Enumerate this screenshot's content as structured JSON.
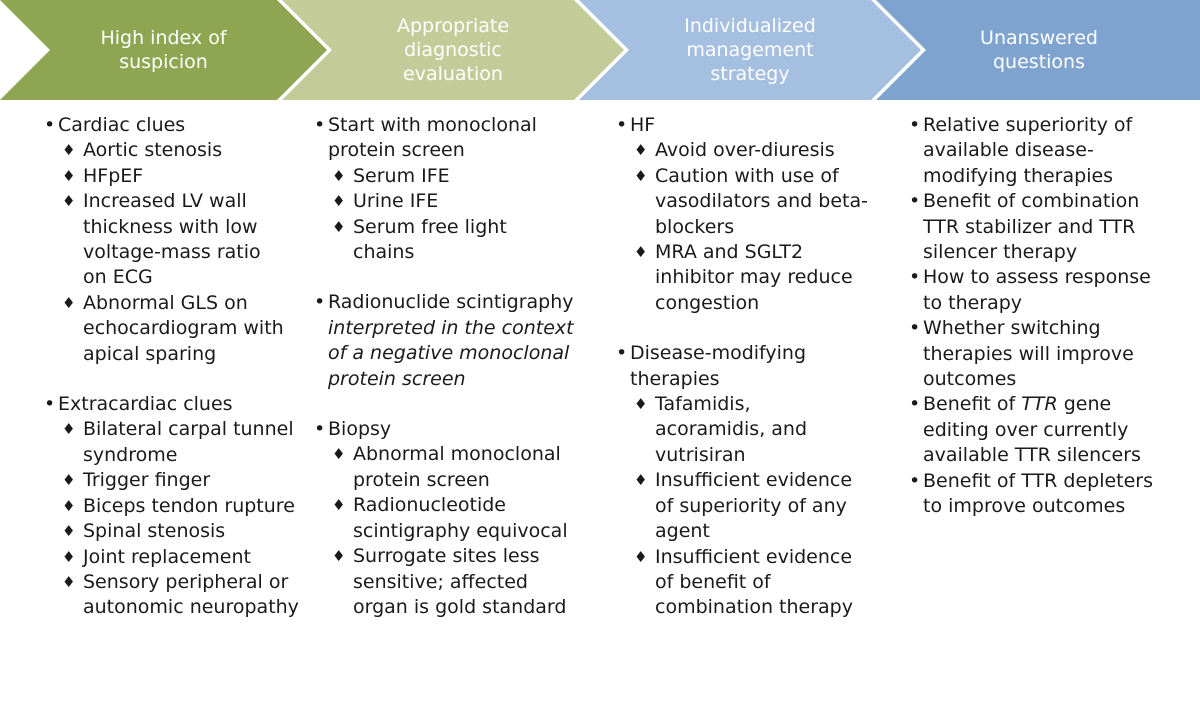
{
  "colors": {
    "stage1": "#8ea651",
    "stage2": "#c3cc98",
    "stage3": "#a4bfe0",
    "stage4": "#7fa3cf",
    "text": "#1a1a1a"
  },
  "stages": [
    {
      "title": "High index of\nsuspicion"
    },
    {
      "title": "Appropriate\ndiagnostic\nevaluation"
    },
    {
      "title": "Individualized\nmanagement\nstrategy"
    },
    {
      "title": "Unanswered\nquestions"
    }
  ],
  "columns": [
    {
      "sections": [
        {
          "label": "Cardiac clues",
          "items": [
            "Aortic stenosis",
            "HFpEF",
            "Increased LV wall thickness with low voltage-mass ratio on ECG",
            "Abnormal GLS on echocardiogram with apical sparing"
          ]
        },
        {
          "label": "Extracardiac clues",
          "items": [
            "Bilateral carpal tunnel syndrome",
            "Trigger finger",
            "Biceps tendon rupture",
            "Spinal stenosis",
            "Joint replacement",
            "Sensory peripheral or autonomic neuropathy"
          ]
        }
      ]
    },
    {
      "sections": [
        {
          "label": "Start with monoclonal protein screen",
          "items": [
            "Serum IFE",
            "Urine IFE",
            "Serum free light chains"
          ]
        },
        {
          "label": "Radionuclide scintigraphy",
          "italic_note": "interpreted in the context of a negative monoclonal protein screen",
          "items": []
        },
        {
          "label": "Biopsy",
          "items": [
            "Abnormal monoclonal protein screen",
            "Radionucleotide scintigraphy equivocal",
            "Surrogate sites less sensitive; affected organ is gold standard"
          ]
        }
      ]
    },
    {
      "sections": [
        {
          "label": "HF",
          "items": [
            "Avoid over-diuresis",
            "Caution with use of vasodilators and beta-blockers",
            "MRA and SGLT2 inhibitor may reduce congestion"
          ]
        },
        {
          "label": "Disease-modifying therapies",
          "items": [
            "Tafamidis, acoramidis, and vutrisiran",
            "Insufficient evidence of superiority of any agent",
            "Insufficient evidence of benefit of combination therapy"
          ]
        }
      ]
    },
    {
      "questions": [
        {
          "pre": "Relative superiority of available disease-modifying therapies",
          "em": "",
          "post": ""
        },
        {
          "pre": "Benefit of combination TTR stabilizer and TTR silencer therapy",
          "em": "",
          "post": ""
        },
        {
          "pre": "How to assess response to therapy",
          "em": "",
          "post": ""
        },
        {
          "pre": "Whether switching therapies will improve outcomes",
          "em": "",
          "post": ""
        },
        {
          "pre": "Benefit of ",
          "em": "TTR",
          "post": " gene editing over currently available TTR silencers"
        },
        {
          "pre": "Benefit of TTR depleters to improve outcomes",
          "em": "",
          "post": ""
        }
      ]
    }
  ]
}
